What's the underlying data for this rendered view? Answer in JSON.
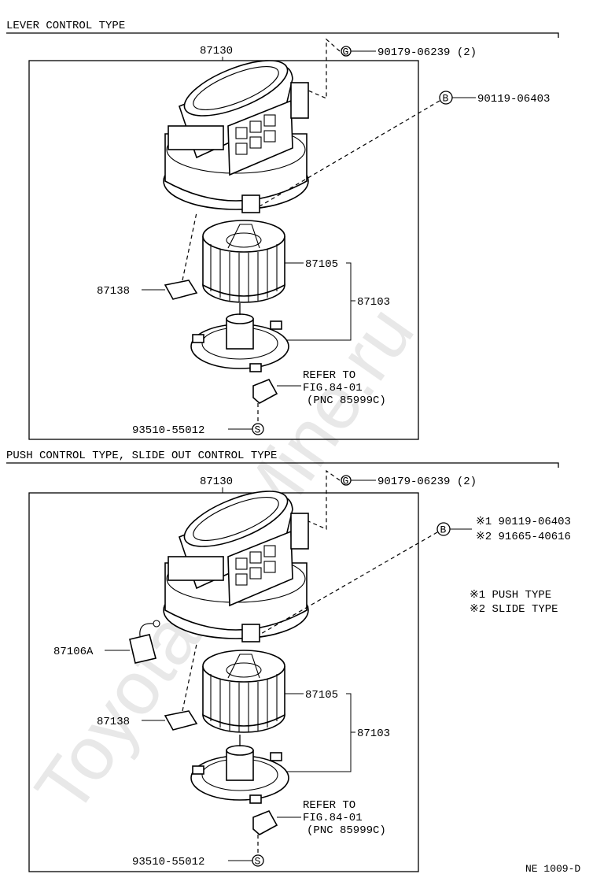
{
  "watermark": "ToyotaCarMine.ru",
  "figure_code": "NE 1009-D",
  "sections": [
    {
      "title": "LEVER CONTROL TYPE",
      "labels": {
        "housing": "87130",
        "nut": "90179-06239 (2)",
        "screw": "90119-06403",
        "fan": "87105",
        "motor_assy": "87103",
        "connector": "87138",
        "refer_1": "REFER TO",
        "refer_2": "FIG.84-01",
        "refer_3": "(PNC 85999C)",
        "clip": "93510-55012"
      },
      "symbols": {
        "nut": "G",
        "screw": "B",
        "clip": "S"
      }
    },
    {
      "title": "PUSH CONTROL TYPE, SLIDE OUT CONTROL TYPE",
      "labels": {
        "housing": "87130",
        "nut": "90179-06239 (2)",
        "screw_1": "※1 90119-06403",
        "screw_2": "※2 91665-40616",
        "note_1": "※1 PUSH TYPE",
        "note_2": "※2 SLIDE TYPE",
        "resistor": "87106A",
        "fan": "87105",
        "motor_assy": "87103",
        "connector": "87138",
        "refer_1": "REFER TO",
        "refer_2": "FIG.84-01",
        "refer_3": "(PNC 85999C)",
        "clip": "93510-55012"
      },
      "symbols": {
        "nut": "G",
        "screw": "B",
        "clip": "S"
      }
    }
  ]
}
